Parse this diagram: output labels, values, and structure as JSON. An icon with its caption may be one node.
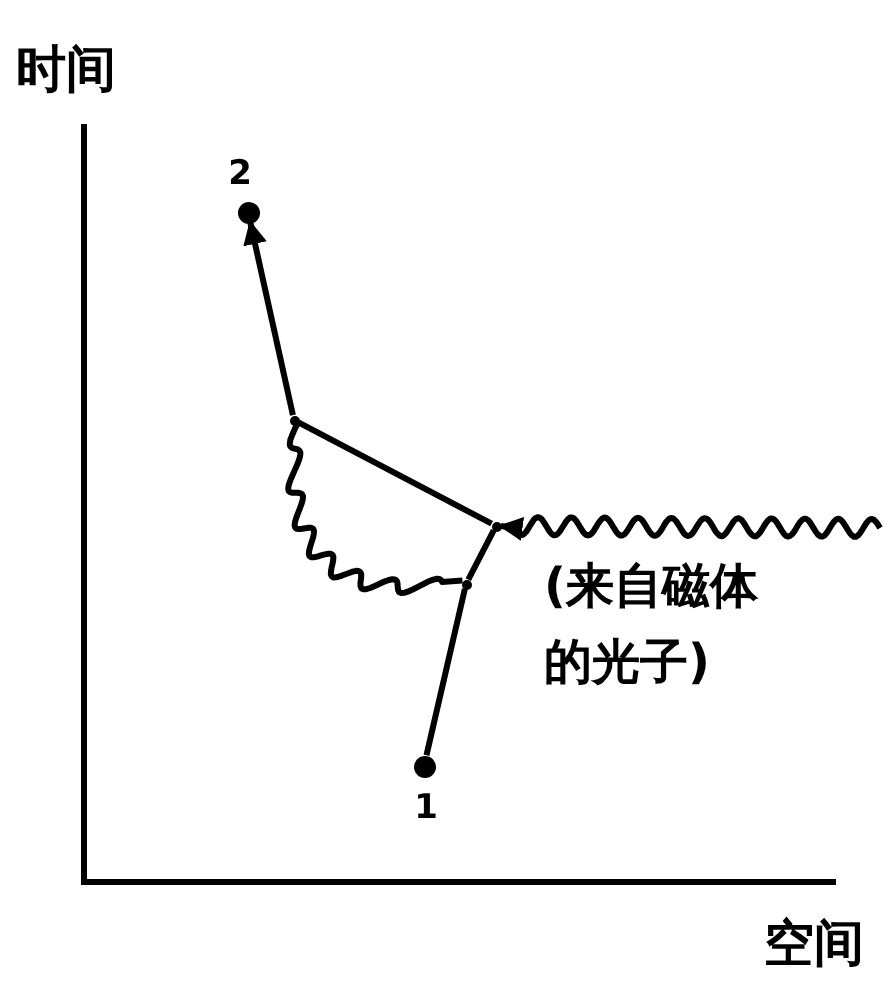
{
  "diagram": {
    "nodes": [
      {
        "text": [],
        "shape": "circle",
        "beside": [
          "1"
        ]
      },
      {
        "text": [],
        "shape": "point"
      },
      {
        "text": [],
        "shape": "point"
      },
      {
        "text": [],
        "shape": "point"
      },
      {
        "text": [],
        "shape": "circle",
        "beside": [
          "2"
        ]
      }
    ],
    "edges": [
      {
        "from": 0,
        "to": 1,
        "arrow": "none"
      },
      {
        "from": 1,
        "to": 2,
        "arrow": "none"
      },
      {
        "from": 2,
        "to": 3,
        "arrow": "none"
      },
      {
        "from": 3,
        "to": 4,
        "arrow": "to"
      },
      {
        "from": 3,
        "to": 1,
        "arrow": "none"
      },
      {
        "from": null,
        "to": 2,
        "arrow": "to",
        "label": "(来自磁体的光子)"
      }
    ],
    "labels": [
      "时间",
      "空间"
    ]
  }
}
